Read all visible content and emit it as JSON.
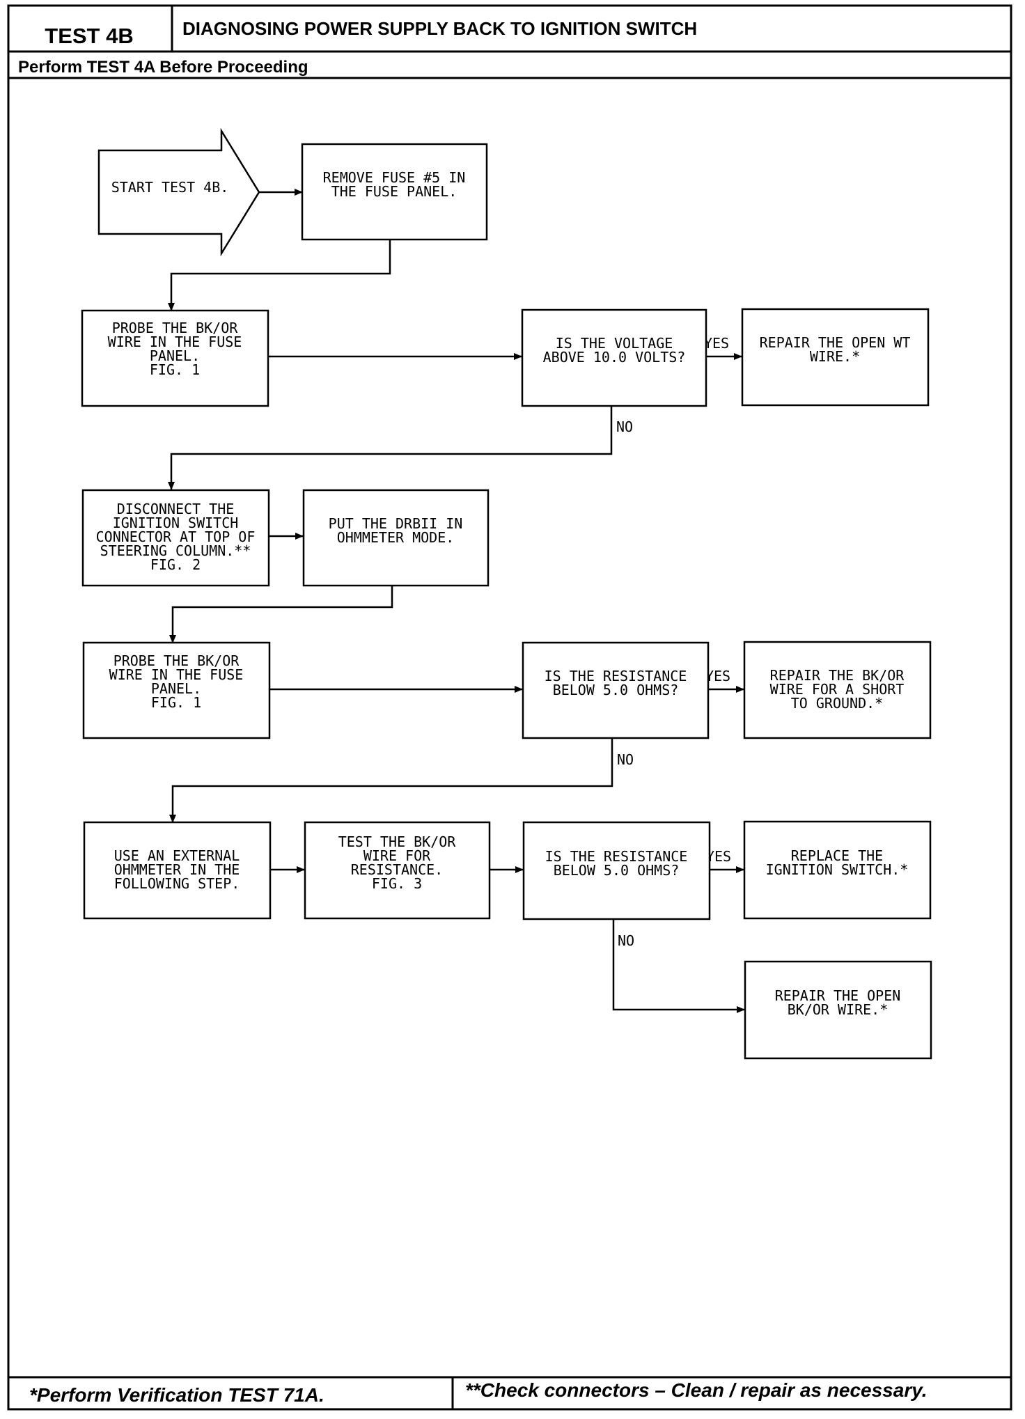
{
  "header": {
    "test_id": "TEST 4B",
    "title": "DIAGNOSING POWER SUPPLY BACK TO IGNITION SWITCH",
    "subtitle": "Perform TEST 4A Before Proceeding"
  },
  "footer": {
    "left_note": "*Perform Verification TEST 71A.",
    "right_note": "**Check connectors – Clean / repair as necessary."
  },
  "flowchart": {
    "nodes": {
      "start": {
        "lines": [
          "START TEST 4B."
        ]
      },
      "remove_fuse": {
        "lines": [
          "REMOVE FUSE #5 IN",
          "THE FUSE PANEL."
        ]
      },
      "probe_1": {
        "lines": [
          "PROBE THE BK/OR",
          "WIRE IN THE FUSE",
          "PANEL.",
          "",
          "FIG. 1"
        ]
      },
      "q_voltage": {
        "lines": [
          "IS THE VOLTAGE",
          "ABOVE 10.0 VOLTS?"
        ]
      },
      "repair_wt": {
        "lines": [
          "REPAIR THE OPEN WT",
          "WIRE.*"
        ]
      },
      "disconnect": {
        "lines": [
          "DISCONNECT THE",
          "IGNITION SWITCH",
          "CONNECTOR AT TOP OF",
          "STEERING COLUMN.**",
          "FIG. 2"
        ]
      },
      "drbii": {
        "lines": [
          "PUT THE DRBII IN",
          "OHMMETER MODE."
        ]
      },
      "probe_2": {
        "lines": [
          "PROBE THE BK/OR",
          "WIRE IN THE FUSE",
          "PANEL.",
          "",
          "FIG. 1"
        ]
      },
      "q_res_1": {
        "lines": [
          "IS THE RESISTANCE",
          "BELOW 5.0 OHMS?"
        ]
      },
      "repair_short": {
        "lines": [
          "REPAIR THE BK/OR",
          "WIRE FOR A SHORT",
          "TO GROUND.*"
        ]
      },
      "external": {
        "lines": [
          "USE AN EXTERNAL",
          "OHMMETER IN THE",
          "FOLLOWING STEP."
        ]
      },
      "test_bkor": {
        "lines": [
          "TEST THE BK/OR",
          "WIRE FOR",
          "RESISTANCE.",
          "",
          "FIG. 3"
        ]
      },
      "q_res_2": {
        "lines": [
          "IS THE RESISTANCE",
          "BELOW 5.0 OHMS?"
        ]
      },
      "replace_switch": {
        "lines": [
          "REPLACE THE",
          "IGNITION SWITCH.*"
        ]
      },
      "repair_open_bkor": {
        "lines": [
          "REPAIR THE OPEN",
          "BK/OR WIRE.*"
        ]
      }
    },
    "labels": {
      "yes_1": "YES",
      "no_1": "NO",
      "yes_2": "YES",
      "no_2": "NO",
      "yes_3": "YES",
      "no_3": "NO"
    }
  }
}
